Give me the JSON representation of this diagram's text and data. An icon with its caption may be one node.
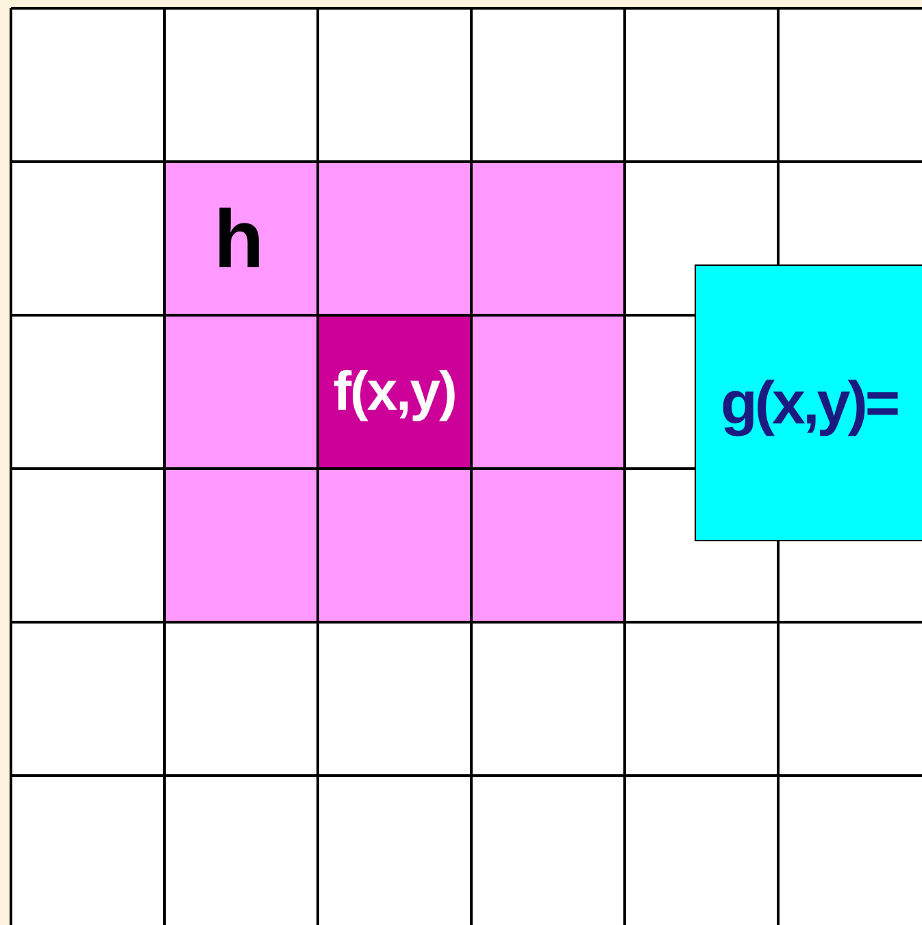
{
  "diagram": {
    "nodes": [
      {
        "text": [
          "h"
        ]
      },
      {
        "text": [
          "f(x,y)"
        ],
        "in": 0
      },
      {
        "text": [
          "g(x,y)="
        ]
      }
    ]
  }
}
